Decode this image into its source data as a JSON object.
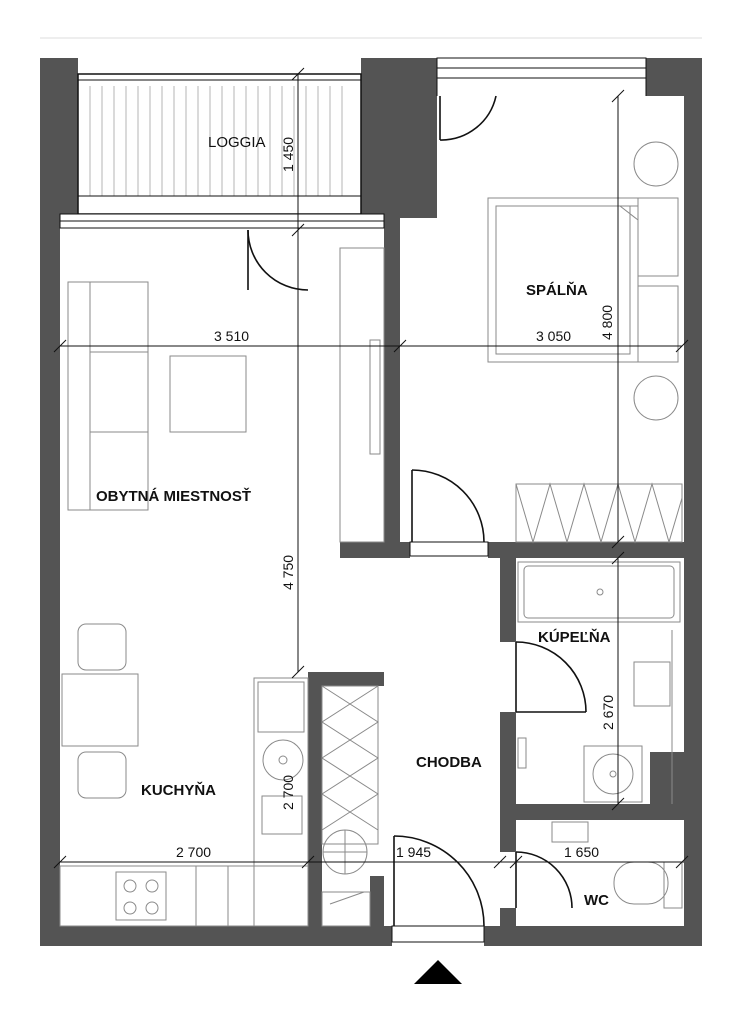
{
  "rooms": {
    "loggia": "LOGGIA",
    "bedroom": "SPÁLŇA",
    "living": "OBYTNÁ MIESTNOSŤ",
    "kitchen": "KUCHYŇA",
    "hall": "CHODBA",
    "bathroom": "KÚPEĽŇA",
    "wc": "WC"
  },
  "dimensions": {
    "loggia_depth": "1 450",
    "living_width": "3 510",
    "bedroom_width": "3 050",
    "bedroom_depth": "4 800",
    "living_depth": "4 750",
    "bathroom_depth": "2 670",
    "kitchen_depth": "2 700",
    "kitchen_width": "2 700",
    "hall_width": "1 945",
    "wc_width": "1 650"
  },
  "colors": {
    "wall": "#545454",
    "line": "#111111",
    "furniture": "#8a8a8a"
  },
  "icons": {
    "entrance": "entrance-arrow-icon"
  }
}
